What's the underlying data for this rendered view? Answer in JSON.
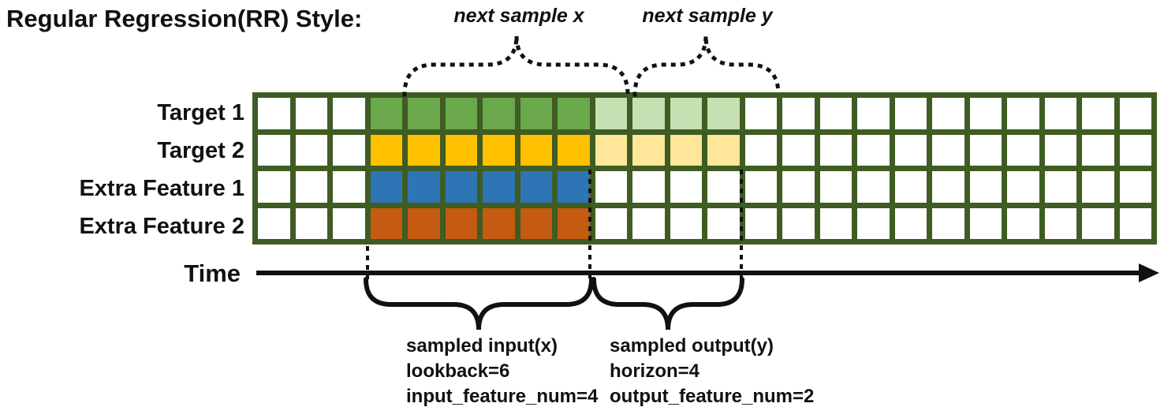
{
  "title": "Regular Regression(RR) Style:",
  "annotations": {
    "next_sample_x": "next sample x",
    "next_sample_y": "next sample y",
    "time_label": "Time",
    "input_block": {
      "line1": "sampled input(x)",
      "line2": "lookback=6",
      "line3": "input_feature_num=4"
    },
    "output_block": {
      "line1": "sampled output(y)",
      "line2": "horizon=4",
      "line3": "output_feature_num=2"
    }
  },
  "colors": {
    "grid_line": "#3f5c22",
    "cell_empty": "#ffffff",
    "annotation_black": "#111111",
    "target1_input": "#6aa84b",
    "target1_output": "#c6e0b4",
    "target2_input": "#ffc000",
    "target2_output": "#ffe699",
    "extra1_input": "#2e75b6",
    "extra2_input": "#c55a11"
  },
  "grid": {
    "columns": 24,
    "input_start_col": 3,
    "lookback": 6,
    "horizon": 4,
    "rows": [
      {
        "label": "Target 1",
        "input_color": "#6aa84b",
        "output_color": "#c6e0b4",
        "has_output": true
      },
      {
        "label": "Target 2",
        "input_color": "#ffc000",
        "output_color": "#ffe699",
        "has_output": true
      },
      {
        "label": "Extra Feature 1",
        "input_color": "#2e75b6",
        "output_color": null,
        "has_output": false
      },
      {
        "label": "Extra Feature 2",
        "input_color": "#c55a11",
        "output_color": null,
        "has_output": false
      }
    ]
  }
}
